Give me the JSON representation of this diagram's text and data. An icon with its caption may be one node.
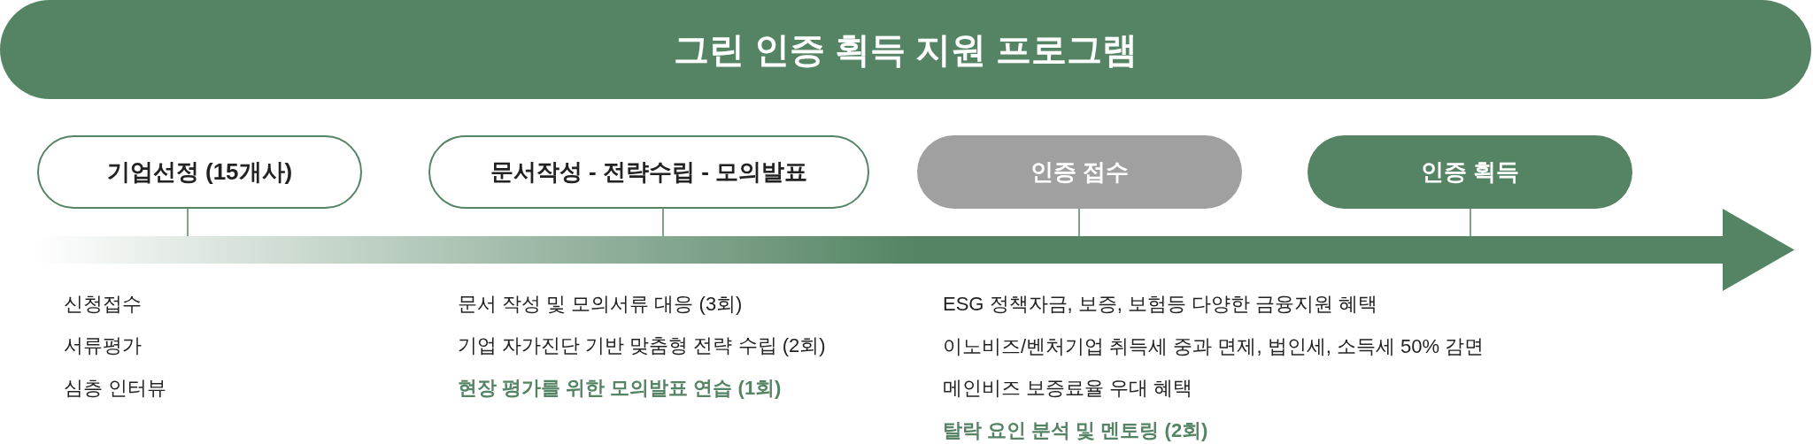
{
  "diagram": {
    "title": "그린 인증 획득 지원 프로그램",
    "nodes": [
      {
        "text": [
          "기업선정 (15개사)"
        ]
      },
      {
        "text": [
          "문서작성 - 전략수립 - 모의발표"
        ]
      },
      {
        "text": [
          "인증 접수"
        ]
      },
      {
        "text": [
          "인증 획득"
        ]
      }
    ],
    "edges": [
      {
        "from": 0,
        "to": null,
        "arrow": "none"
      },
      {
        "from": 1,
        "to": null,
        "arrow": "none"
      },
      {
        "from": 2,
        "to": null,
        "arrow": "none"
      },
      {
        "from": 3,
        "to": null,
        "arrow": "none"
      }
    ],
    "labels": [
      "신청접수",
      "서류평가",
      "심층 인터뷰",
      "문서 작성 및 모의서류 대응 (3회)",
      "기업 자가진단 기반 맞춤형 전략 수립 (2회)",
      "현장 평가를 위한 모의발표 연습 (1회)",
      "ESG 정책자금, 보증, 보험등 다양한 금융지원 혜택",
      "이노비즈/벤처기업 취득세 중과 면제, 법인세, 소득세 50% 감면",
      "메인비즈 보증료율 우대 혜택",
      "탈락 요인 분석 및 멘토링 (2회)"
    ]
  }
}
